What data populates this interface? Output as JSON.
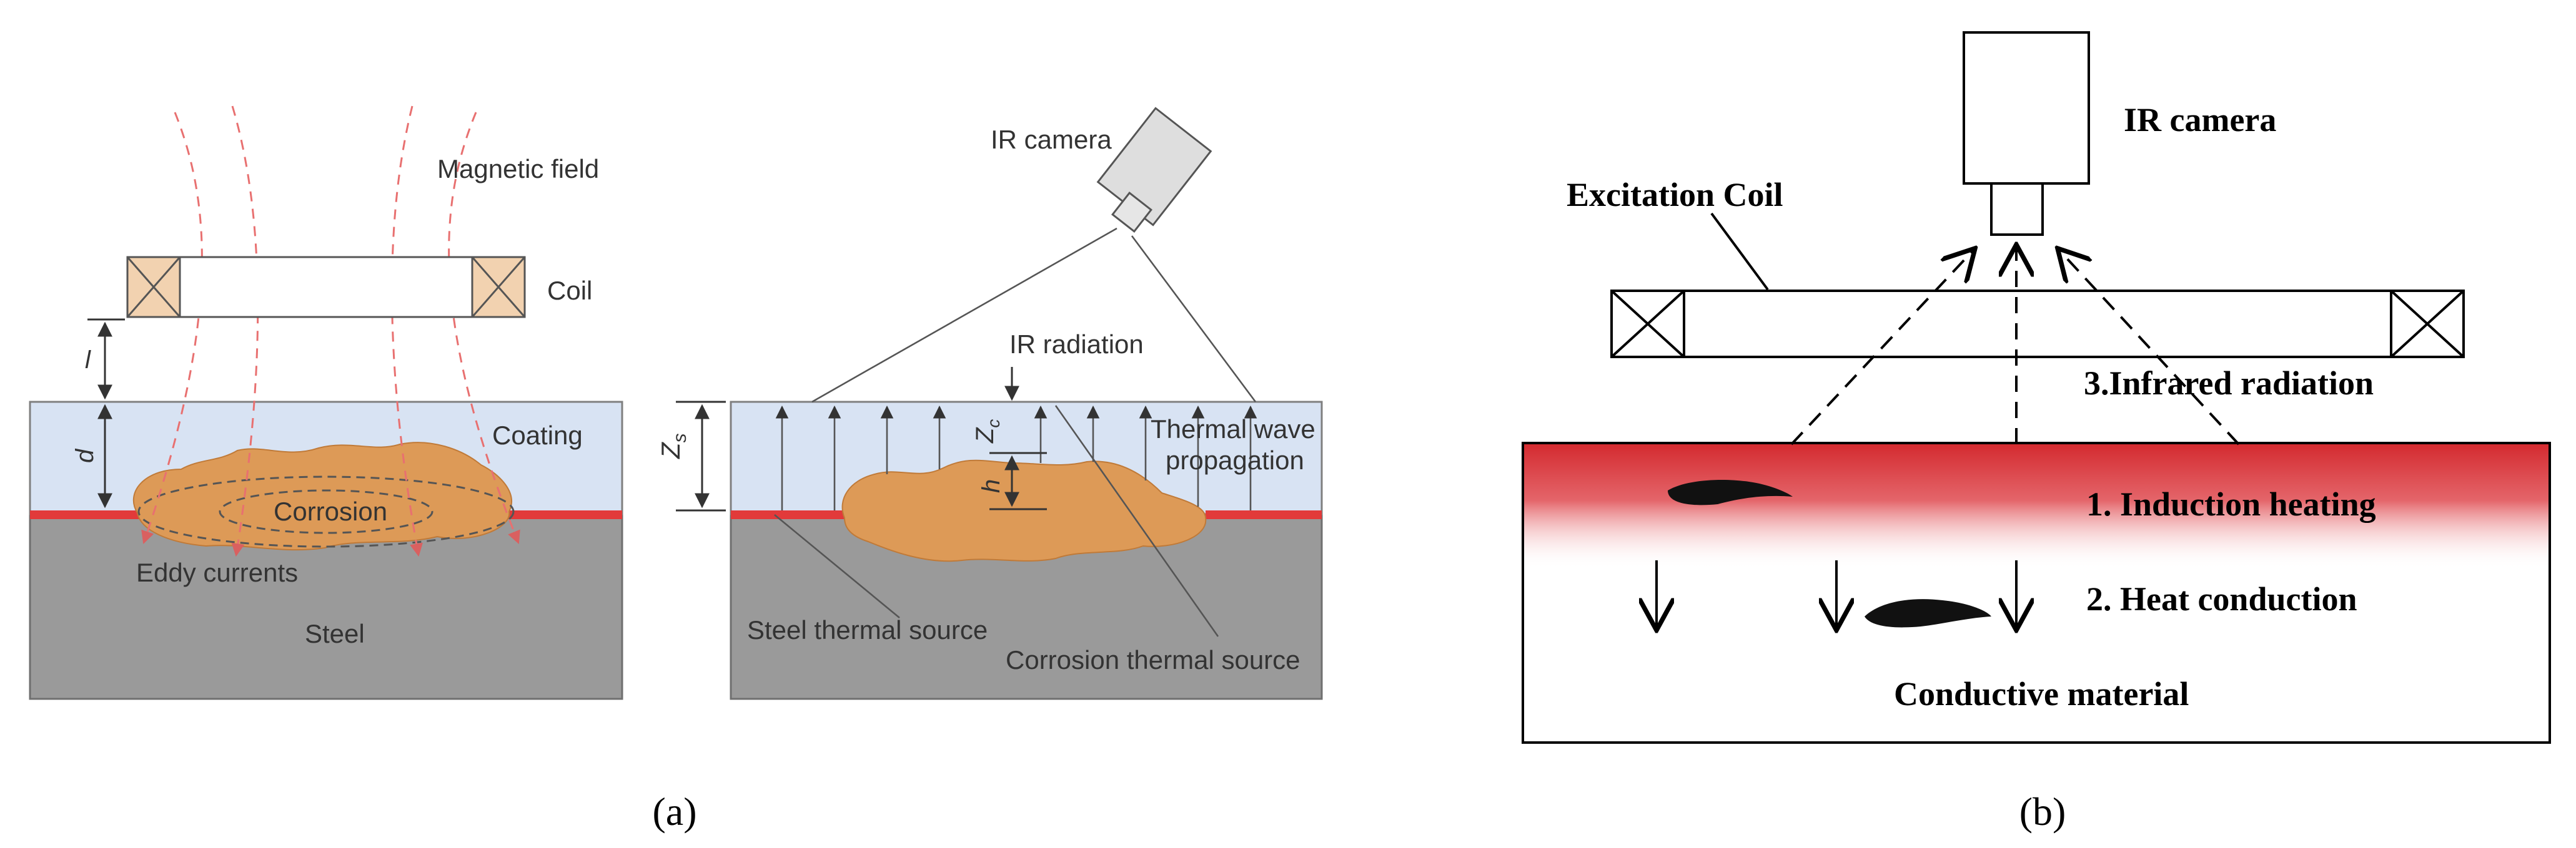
{
  "panel_a": {
    "left": {
      "magnetic_field": "Magnetic field",
      "coil": "Coil",
      "coating": "Coating",
      "corrosion": "Corrosion",
      "eddy_currents": "Eddy currents",
      "steel": "Steel",
      "dim_l": "l",
      "dim_d": "d"
    },
    "right": {
      "ir_camera": "IR camera",
      "ir_radiation": "IR radiation",
      "thermal_wave": "Thermal wave",
      "propagation": "propagation",
      "steel_source": "Steel thermal source",
      "corrosion_source": "Corrosion thermal source",
      "dim_zs_main": "Z",
      "dim_zs_sub": "s",
      "dim_zc_main": "Z",
      "dim_zc_sub": "c",
      "dim_h": "h"
    },
    "caption": "(a)"
  },
  "panel_b": {
    "ir_camera": "IR camera",
    "excitation_coil": "Excitation Coil",
    "infrared_radiation": "3.Infrared radiation",
    "induction_heating": "1. Induction heating",
    "heat_conduction": "2. Heat conduction",
    "conductive_material": "Conductive material",
    "caption": "(b)"
  },
  "colors": {
    "coating": "#d8e3f3",
    "steel": "#9a9a9a",
    "corrosion": "#dd9a57",
    "red_layer": "#e23a3a",
    "coil_fill": "#f2d2b0",
    "field_lines": "#e87070",
    "heat_red": "#d42b30"
  }
}
